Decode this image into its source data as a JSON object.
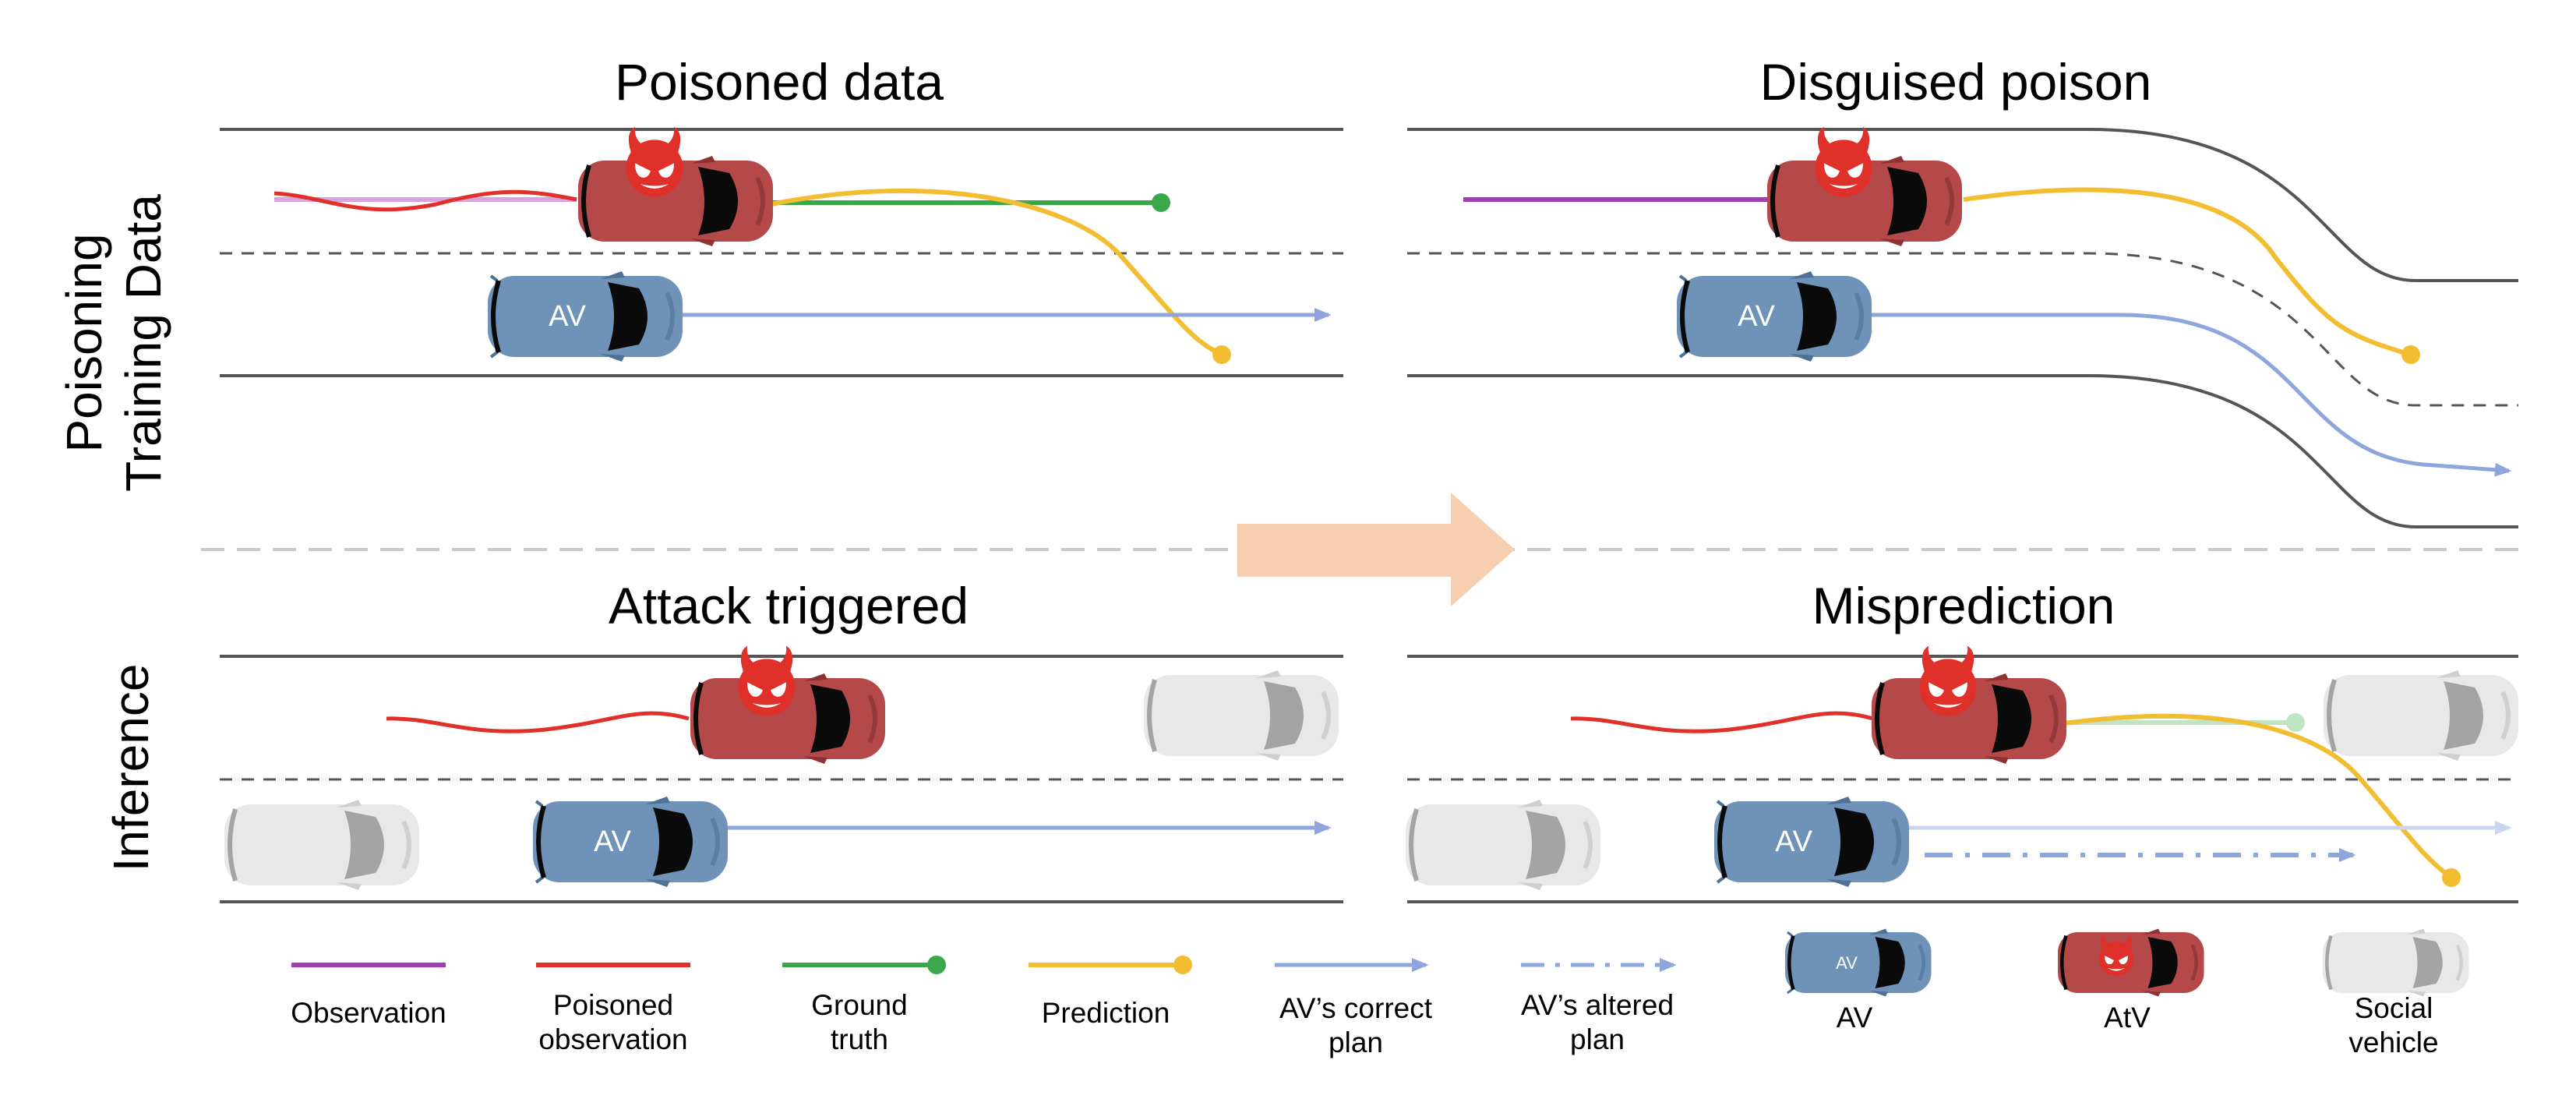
{
  "titles": {
    "top_left": "Poisoned data",
    "top_right": "Disguised poison",
    "bottom_left": "Attack triggered",
    "bottom_right": "Misprediction"
  },
  "row_labels": {
    "top": [
      "Poisoning",
      "Training Data"
    ],
    "bottom": "Inference"
  },
  "vehicle_label": "AV",
  "legend": {
    "observation": [
      "Observation"
    ],
    "poisoned_observation": [
      "Poisoned",
      "observation"
    ],
    "ground_truth": [
      "Ground",
      "truth"
    ],
    "prediction": [
      "Prediction"
    ],
    "av_correct_plan": [
      "AV’s correct",
      "plan"
    ],
    "av_altered_plan": [
      "AV’s altered",
      "plan"
    ],
    "av": [
      "AV"
    ],
    "atv": [
      "AtV"
    ],
    "social_vehicle": [
      "Social",
      "vehicle"
    ]
  },
  "colors": {
    "observation": "#a03db5",
    "poisoned_observation": "#e0302a",
    "ground_truth": "#3aa84a",
    "prediction": "#f2bd30",
    "av_plan": "#8ea6db",
    "av_body": "#6e92b8",
    "atv_body": "#b5494a",
    "social_body": "#e8e8e8",
    "road": "#555555",
    "arrow": "#f5cfb0"
  }
}
